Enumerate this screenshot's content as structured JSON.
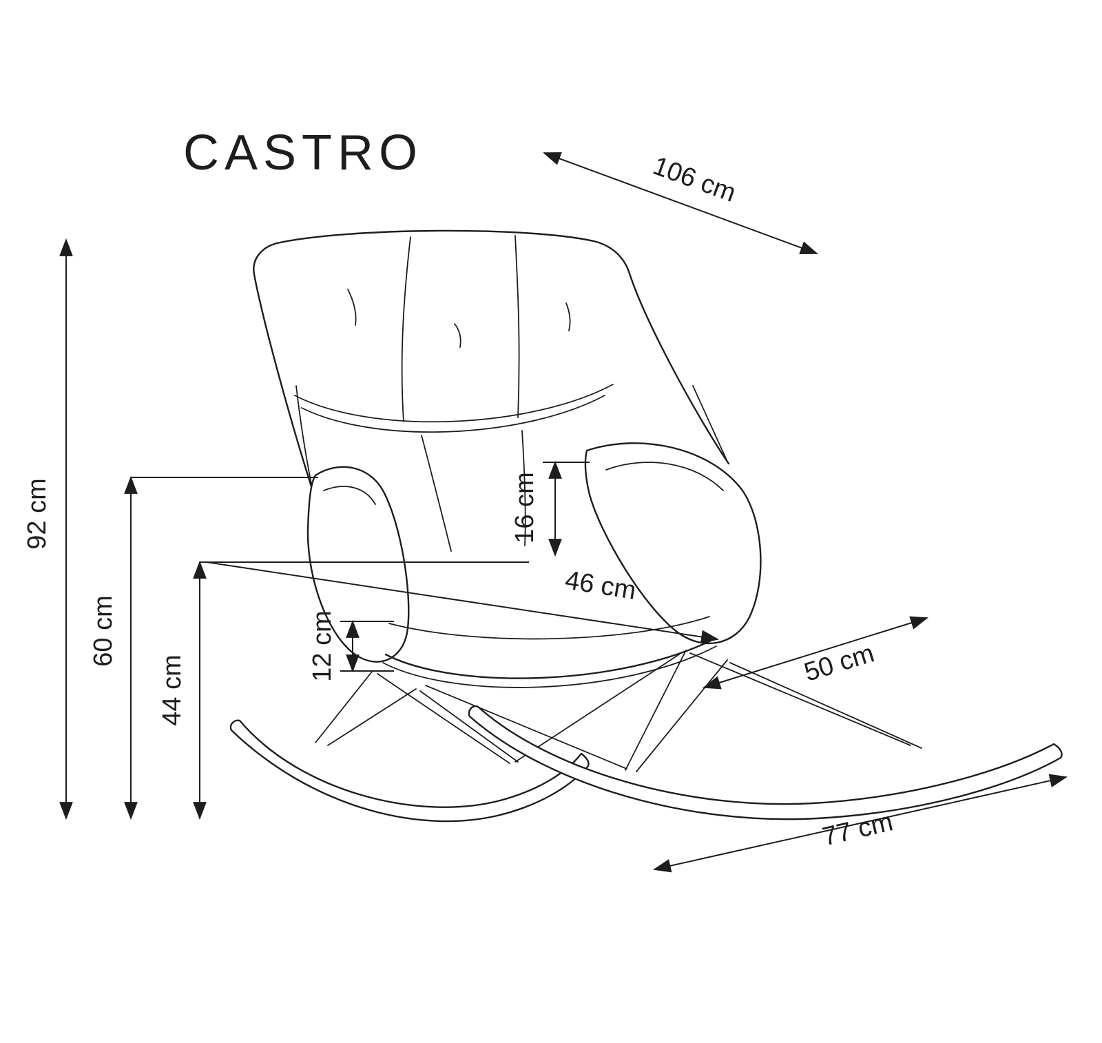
{
  "title": "CASTRO",
  "colors": {
    "ink": "#1d1d1d",
    "paper": "#ffffff"
  },
  "dimensions": {
    "overall_depth": "106 cm",
    "overall_height": "92 cm",
    "armrest_height": "60 cm",
    "seat_height": "44 cm",
    "seat_to_armrest": "12 cm",
    "armrest_thickness": "16 cm",
    "seat_width": "46 cm",
    "seat_depth": "50 cm",
    "base_length": "77 cm"
  }
}
